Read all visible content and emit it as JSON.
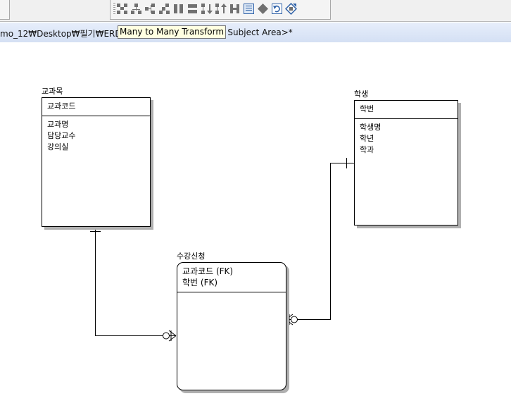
{
  "toolbar": {
    "buttons": [
      {
        "name": "align-top-icon"
      },
      {
        "name": "align-bottom-icon"
      },
      {
        "name": "tree-layout-icon"
      },
      {
        "name": "hierarchy-layout-icon"
      },
      {
        "name": "columns-icon"
      },
      {
        "name": "rows-icon"
      },
      {
        "name": "sort-down-icon"
      },
      {
        "name": "sort-up-icon"
      },
      {
        "name": "height-icon"
      },
      {
        "name": "grid-icon"
      },
      {
        "name": "diamond-icon"
      },
      {
        "name": "undo-box-icon"
      },
      {
        "name": "transform-icon"
      }
    ]
  },
  "pathbar": {
    "path_left": "mo_12₩Desktop₩필기₩ERD수",
    "path_right": "n Subject Area>*"
  },
  "tooltip": {
    "text": "Many to Many Transform"
  },
  "entities": {
    "course": {
      "title": "교과목",
      "key": "교과코드",
      "attrs": [
        "교과명",
        "담당교수",
        "강의실"
      ]
    },
    "student": {
      "title": "학생",
      "key": "학번",
      "attrs": [
        "학생명",
        "학년",
        "학과"
      ]
    },
    "enrollment": {
      "title": "수강신청",
      "keys": [
        "교과코드 (FK)",
        "학번 (FK)"
      ]
    }
  },
  "colors": {
    "toolbar_bg": "#f0f0f0",
    "pathbar_bg": "#dbe5f6",
    "tooltip_bg": "#ffffe1",
    "entity_shadow": "#b0b0b0",
    "icon_gray": "#707070",
    "icon_blue": "#2f62a8"
  }
}
